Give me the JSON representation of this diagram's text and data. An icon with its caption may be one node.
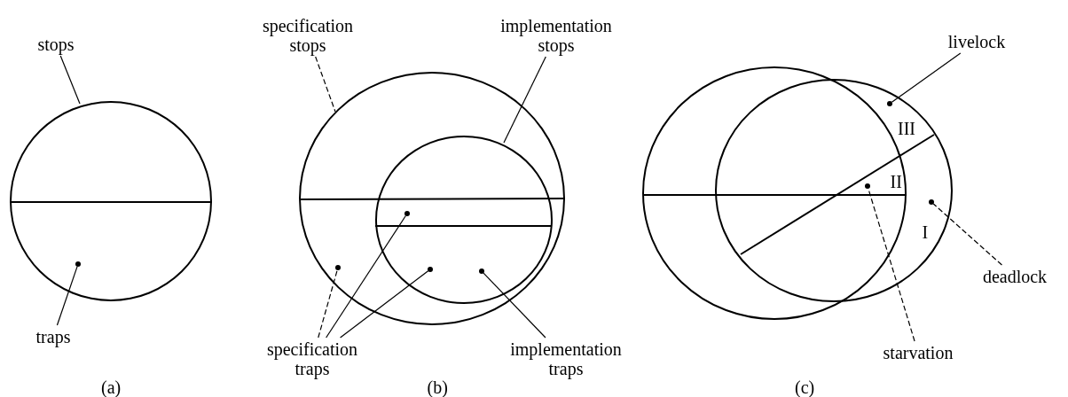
{
  "diagram": {
    "nodes": [
      {
        "text": [
          "stops"
        ]
      },
      {
        "text": [],
        "shape": "circle"
      },
      {
        "text": [],
        "shape": "dot",
        "in": 1
      },
      {
        "text": [
          "traps"
        ]
      },
      {
        "text": [
          "specification stops"
        ]
      },
      {
        "text": [
          "implementation stops"
        ]
      },
      {
        "text": [],
        "shape": "circle"
      },
      {
        "text": [],
        "shape": "circle",
        "in": 6
      },
      {
        "text": [],
        "shape": "dot",
        "in": 6
      },
      {
        "text": [],
        "shape": "dot",
        "in": 7
      },
      {
        "text": [],
        "shape": "dot",
        "in": 7
      },
      {
        "text": [],
        "shape": "dot",
        "in": 7
      },
      {
        "text": [
          "specification traps"
        ]
      },
      {
        "text": [
          "implementation traps"
        ]
      },
      {
        "text": [
          "livelock"
        ]
      },
      {
        "text": [],
        "shape": "dot"
      },
      {
        "text": [],
        "shape": "dot"
      },
      {
        "text": [],
        "shape": "dot"
      },
      {
        "text": [
          "deadlock"
        ]
      },
      {
        "text": [
          "starvation"
        ]
      }
    ],
    "edges": [
      {
        "from": 0,
        "to": 1,
        "arrow": "none"
      },
      {
        "from": 3,
        "to": 2,
        "arrow": "none"
      },
      {
        "from": 4,
        "to": 6,
        "arrow": "none",
        "style": "dashed"
      },
      {
        "from": 5,
        "to": 7,
        "arrow": "none"
      },
      {
        "from": 12,
        "to": 8,
        "arrow": "none",
        "style": "dashed"
      },
      {
        "from": 12,
        "to": 9,
        "arrow": "none"
      },
      {
        "from": 12,
        "to": 10,
        "arrow": "none"
      },
      {
        "from": 13,
        "to": 11,
        "arrow": "none"
      },
      {
        "from": 14,
        "to": 15,
        "arrow": "none"
      },
      {
        "from": 18,
        "to": 17,
        "arrow": "none",
        "style": "dashed"
      },
      {
        "from": 19,
        "to": 16,
        "arrow": "none",
        "style": "dashed"
      }
    ],
    "labels": [
      "III",
      "II",
      "I",
      "(a)",
      "(b)",
      "(c)"
    ]
  }
}
